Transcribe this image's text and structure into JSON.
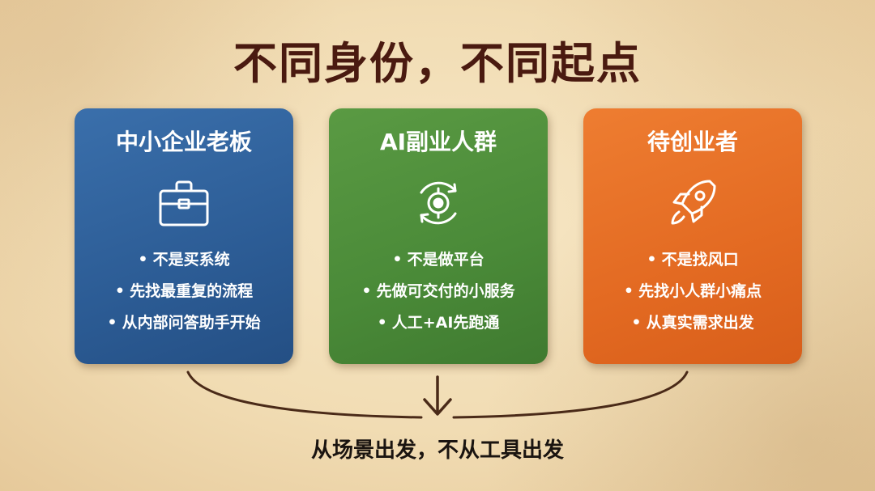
{
  "title": "不同身份，不同起点",
  "cards": [
    {
      "title": "中小企业老板",
      "icon": "briefcase-icon",
      "color": "#2f62a0",
      "items": [
        "不是买系统",
        "先找最重复的流程",
        "从内部问答助手开始"
      ]
    },
    {
      "title": "AI副业人群",
      "icon": "cycle-target-icon",
      "color": "#4d8c3a",
      "items": [
        "不是做平台",
        "先做可交付的小服务",
        "人工+AI先跑通"
      ]
    },
    {
      "title": "待创业者",
      "icon": "rocket-icon",
      "color": "#e46b24",
      "items": [
        "不是找风口",
        "先找小人群小痛点",
        "从真实需求出发"
      ]
    }
  ],
  "tagline": "从场景出发，不从工具出发"
}
